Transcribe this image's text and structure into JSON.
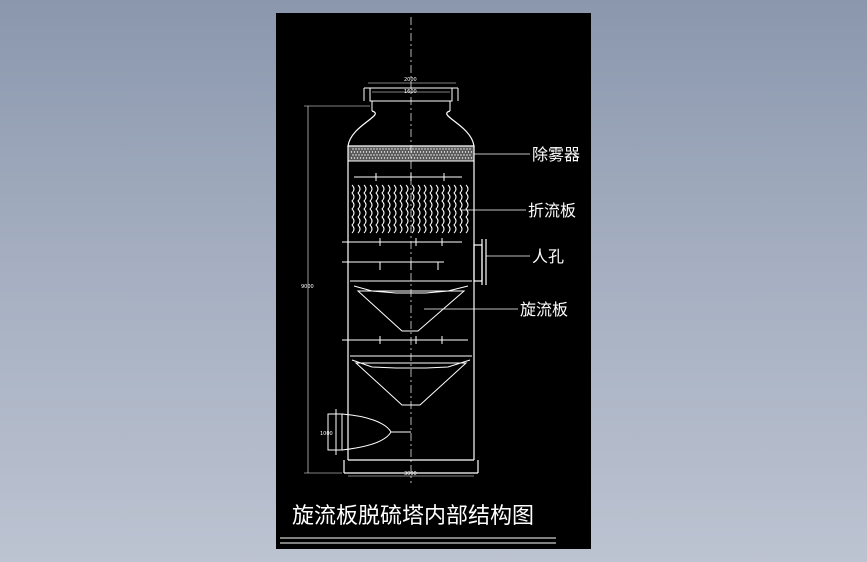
{
  "drawing": {
    "title": "旋流板脱硫塔内部结构图",
    "labels": {
      "demister": "除雾器",
      "baffle": "折流板",
      "manhole": "人孔",
      "swirl_plate": "旋流板"
    },
    "dimensions": {
      "top_outer": "2000",
      "top_inner": "1600",
      "height": "9000",
      "inlet": "1000",
      "base": "3000"
    }
  }
}
